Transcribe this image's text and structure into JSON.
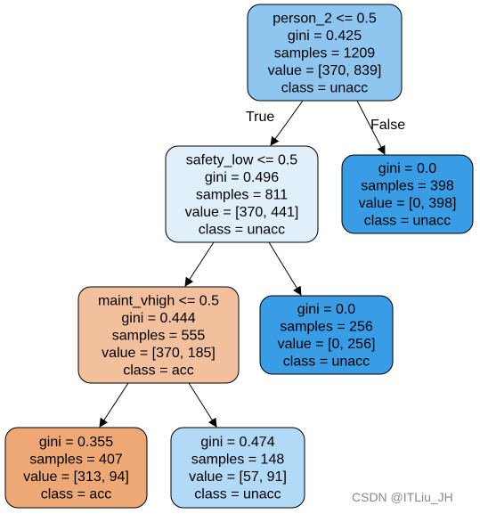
{
  "tree": {
    "nodes": [
      {
        "id": "n0",
        "fill": "#8ec6f0",
        "lines": [
          "person_2 <= 0.5",
          "gini = 0.425",
          "samples = 1209",
          "value = [370, 839]",
          "class = unacc"
        ]
      },
      {
        "id": "n1",
        "fill": "#e1effb",
        "lines": [
          "safety_low <= 0.5",
          "gini = 0.496",
          "samples = 811",
          "value = [370, 441]",
          "class = unacc"
        ]
      },
      {
        "id": "n2",
        "fill": "#399de5",
        "lines": [
          "gini = 0.0",
          "samples = 398",
          "value = [0, 398]",
          "class = unacc"
        ]
      },
      {
        "id": "n3",
        "fill": "#f2c09c",
        "lines": [
          "maint_vhigh <= 0.5",
          "gini = 0.444",
          "samples = 555",
          "value = [370, 185]",
          "class = acc"
        ]
      },
      {
        "id": "n4",
        "fill": "#399de5",
        "lines": [
          "gini = 0.0",
          "samples = 256",
          "value = [0, 256]",
          "class = unacc"
        ]
      },
      {
        "id": "n5",
        "fill": "#eda876",
        "lines": [
          "gini = 0.355",
          "samples = 407",
          "value = [313, 94]",
          "class = acc"
        ]
      },
      {
        "id": "n6",
        "fill": "#b2d9f5",
        "lines": [
          "gini = 0.474",
          "samples = 148",
          "value = [57, 91]",
          "class = unacc"
        ]
      }
    ],
    "edges": [
      {
        "from": "n0",
        "to": "n1",
        "label": "True"
      },
      {
        "from": "n0",
        "to": "n2",
        "label": "False"
      },
      {
        "from": "n1",
        "to": "n3",
        "label": ""
      },
      {
        "from": "n1",
        "to": "n4",
        "label": ""
      },
      {
        "from": "n3",
        "to": "n5",
        "label": ""
      },
      {
        "from": "n3",
        "to": "n6",
        "label": ""
      }
    ]
  },
  "watermark": "CSDN @ITLiu_JH"
}
